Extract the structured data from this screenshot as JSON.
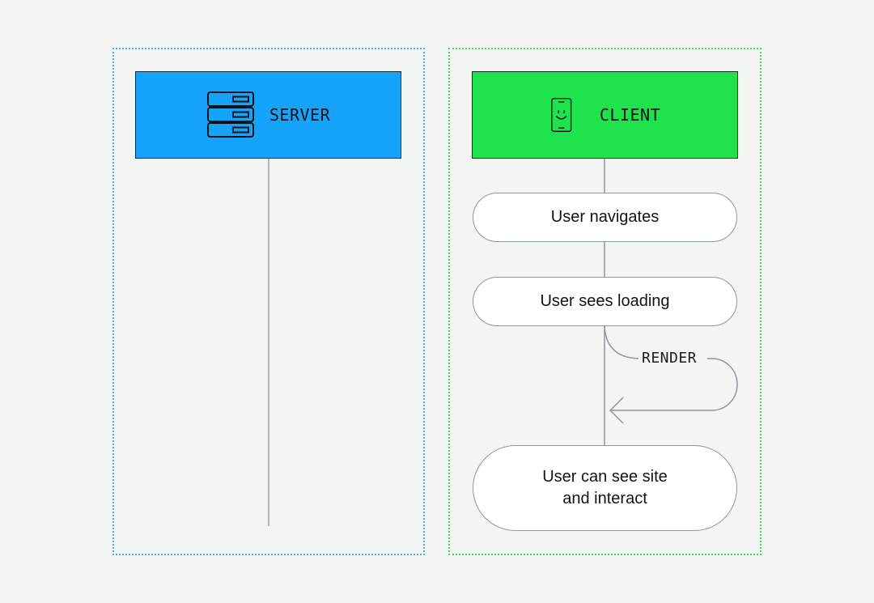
{
  "server": {
    "label": "SERVER",
    "icon": "server-rack-icon",
    "color": "#16a3fb",
    "border_color": "#4aa9ee"
  },
  "client": {
    "label": "CLIENT",
    "icon": "smartphone-smiley-icon",
    "color": "#1fe34d",
    "border_color": "#47d65c",
    "steps": [
      {
        "label": "User navigates"
      },
      {
        "label": "User sees loading"
      },
      {
        "label": "User can see site\nand interact"
      }
    ],
    "loop_label": "RENDER"
  },
  "colors": {
    "background": "#f3f5f2",
    "line": "#8e969e",
    "text": "#121212"
  }
}
